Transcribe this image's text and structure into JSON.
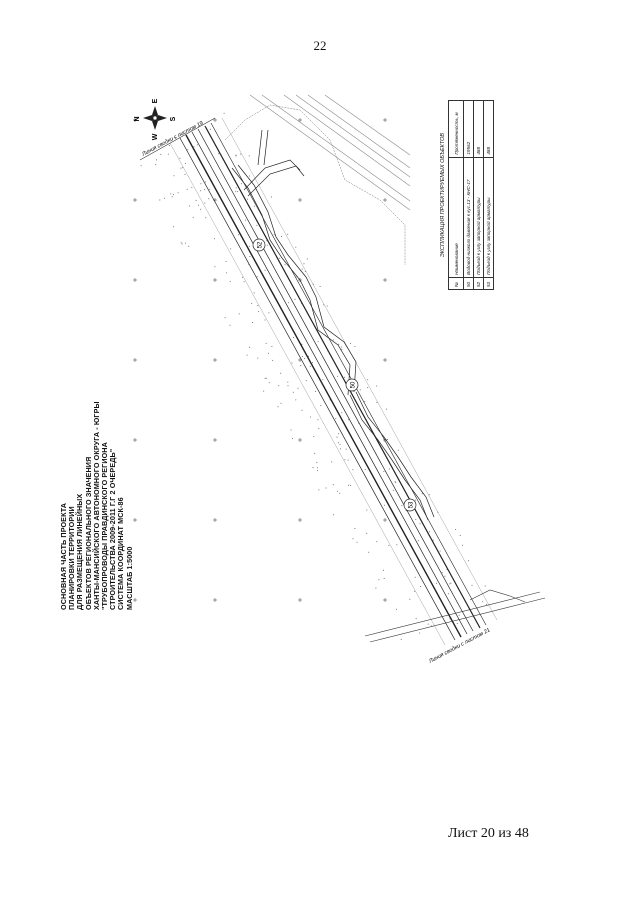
{
  "page": {
    "number": "22",
    "sheet_label": "Лист 20 из 48"
  },
  "map": {
    "title_lines": [
      "ОСНОВНАЯ ЧАСТЬ ПРОЕКТА",
      "ПЛАНИРОВКИ ТЕРРИТОРИИ",
      "ДЛЯ РАЗМЕЩЕНИЯ ЛИНЕЙНЫХ",
      "ОБЪЕКТОВ РЕГИОНАЛЬНОГО ЗНАЧЕНИЯ",
      "ХАНТЫ-МАНСИЙСКОГО АВТОНОМНОГО ОКРУГА - ЮГРЫ",
      "\"ТРУБОПРОВОДЫ ПРАВДИНСКОГО РЕГИОНА",
      "СТРОИТЕЛЬСТВА 2009-2011 Г.Г 2 ОЧЕРЕДЬ\"",
      "СИСТЕМА КООРДИНАТ МСК-86",
      "МАСШТАБ 1:5000"
    ],
    "compass": {
      "n": "N",
      "s": "S",
      "e": "E",
      "w": "W"
    },
    "section_top": "Линия сводки с листом 19",
    "section_bottom": "Линия сводки с листом 21",
    "object_labels": [
      "52",
      "50",
      "53"
    ],
    "colors": {
      "line": "#222222",
      "faint": "#9a9a9a"
    }
  },
  "legend": {
    "title": "ЭКСПЛИКАЦИЯ ПРОЕКТИРУЕМЫХ ОБЪЕКТОВ",
    "headers": [
      "№",
      "Наименование",
      "Протяженность, м"
    ],
    "rows": [
      {
        "num": "50",
        "name": "Водовод низкого давления к кус.13 - КНС-17",
        "length": "19562"
      },
      {
        "num": "52",
        "name": "Подъезд к узлу запорной арматуры",
        "length": "488"
      },
      {
        "num": "53",
        "name": "Подъезд к узлу запорной арматуры",
        "length": "488"
      }
    ]
  }
}
